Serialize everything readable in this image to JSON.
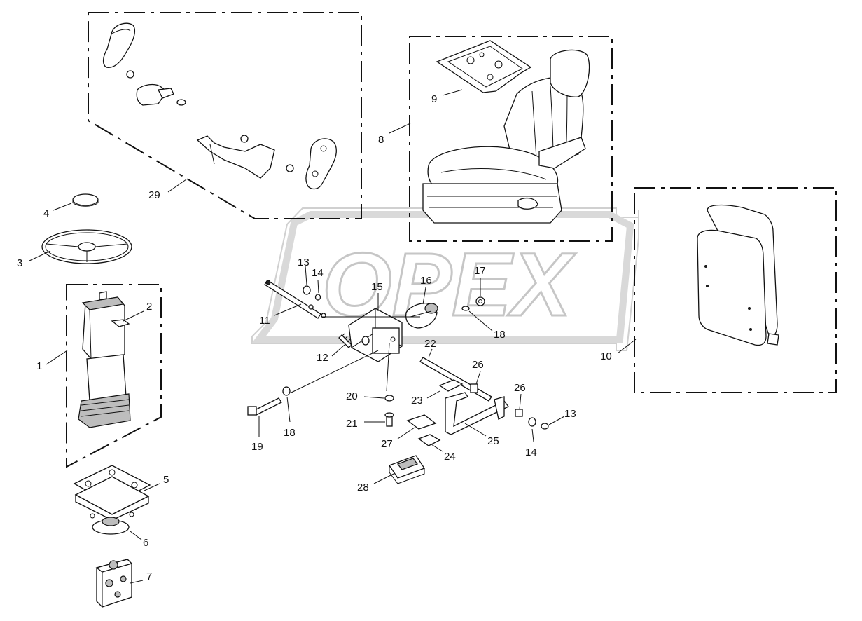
{
  "watermark": {
    "text": "OPEX"
  },
  "callouts": [
    {
      "id": "c1",
      "text": "1"
    },
    {
      "id": "c2",
      "text": "2"
    },
    {
      "id": "c3",
      "text": "3"
    },
    {
      "id": "c4",
      "text": "4"
    },
    {
      "id": "c5",
      "text": "5"
    },
    {
      "id": "c6",
      "text": "6"
    },
    {
      "id": "c7",
      "text": "7"
    },
    {
      "id": "c8",
      "text": "8"
    },
    {
      "id": "c9",
      "text": "9"
    },
    {
      "id": "c10",
      "text": "10"
    },
    {
      "id": "c11",
      "text": "11"
    },
    {
      "id": "c12",
      "text": "12"
    },
    {
      "id": "c13a",
      "text": "13"
    },
    {
      "id": "c13b",
      "text": "13"
    },
    {
      "id": "c14a",
      "text": "14"
    },
    {
      "id": "c14b",
      "text": "14"
    },
    {
      "id": "c15",
      "text": "15"
    },
    {
      "id": "c16",
      "text": "16"
    },
    {
      "id": "c17",
      "text": "17"
    },
    {
      "id": "c18a",
      "text": "18"
    },
    {
      "id": "c18b",
      "text": "18"
    },
    {
      "id": "c19",
      "text": "19"
    },
    {
      "id": "c20",
      "text": "20"
    },
    {
      "id": "c21",
      "text": "21"
    },
    {
      "id": "c22",
      "text": "22"
    },
    {
      "id": "c23",
      "text": "23"
    },
    {
      "id": "c24",
      "text": "24"
    },
    {
      "id": "c25",
      "text": "25"
    },
    {
      "id": "c26a",
      "text": "26"
    },
    {
      "id": "c26b",
      "text": "26"
    },
    {
      "id": "c27",
      "text": "27"
    },
    {
      "id": "c28",
      "text": "28"
    },
    {
      "id": "c29",
      "text": "29"
    }
  ]
}
